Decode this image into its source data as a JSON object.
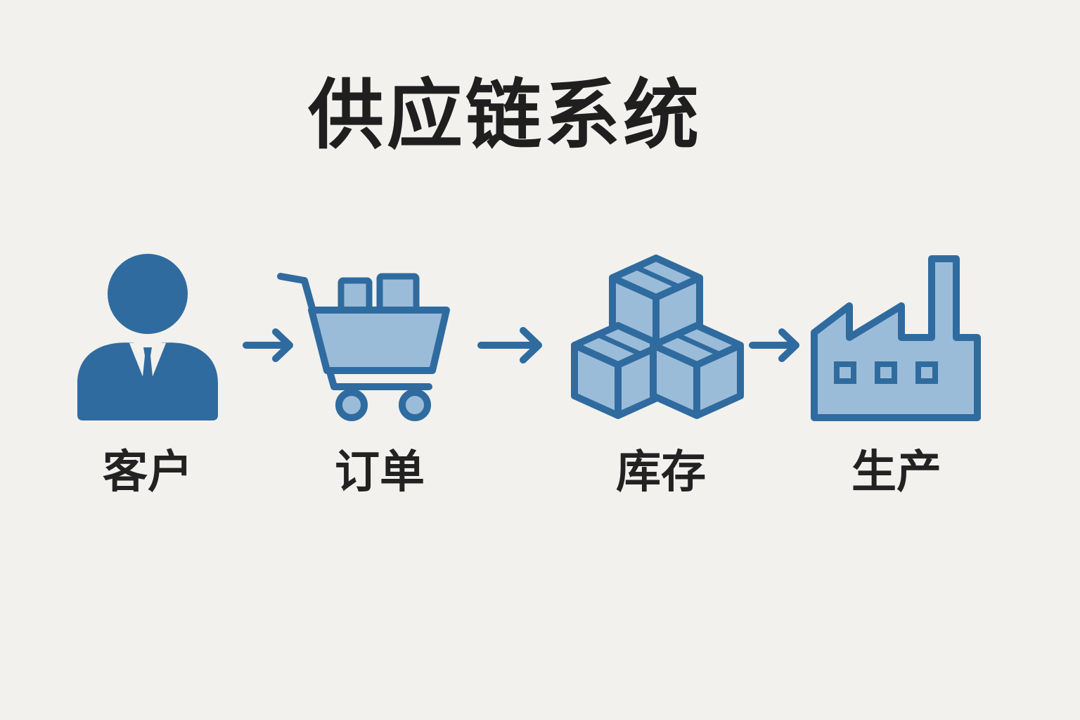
{
  "title": "供应链系统",
  "colors": {
    "background": "#f2f1ed",
    "primary": "#2f6b9f",
    "fill_light": "#9bbcd9",
    "text": "#1f1f1f"
  },
  "steps": [
    {
      "label": "客户",
      "icon": "customer-person-icon"
    },
    {
      "label": "订单",
      "icon": "shopping-cart-icon"
    },
    {
      "label": "库存",
      "icon": "stacked-boxes-icon"
    },
    {
      "label": "生产",
      "icon": "factory-icon"
    }
  ],
  "connectors": [
    {
      "from": "客户",
      "to": "订单",
      "icon": "arrow-right-icon"
    },
    {
      "from": "订单",
      "to": "库存",
      "icon": "arrow-right-icon"
    },
    {
      "from": "库存",
      "to": "生产",
      "icon": "arrow-right-icon"
    }
  ]
}
